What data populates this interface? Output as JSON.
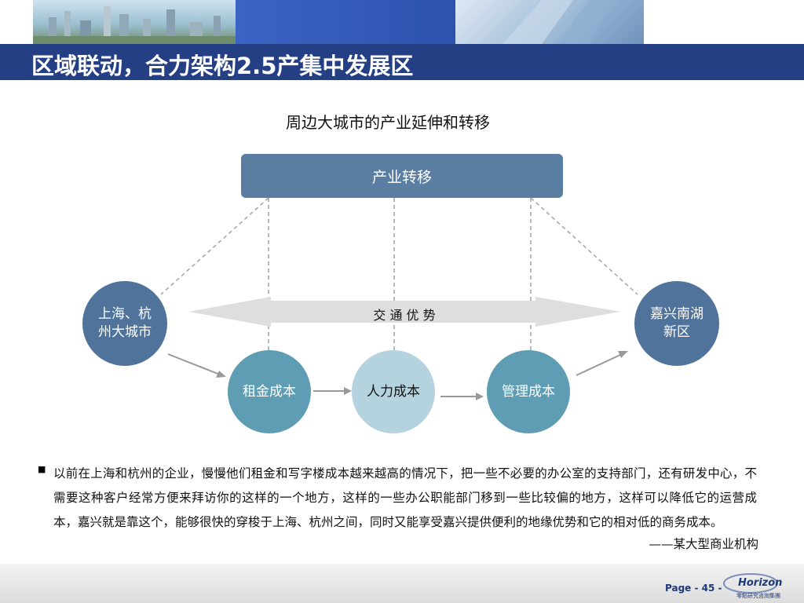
{
  "header": {
    "title": "区域联动，合力架构2.5产集中发展区"
  },
  "diagram": {
    "subtitle": "周边大城市的产业延伸和转移",
    "top_box": "产业转移",
    "left_circle": [
      "上海、杭",
      "州大城市"
    ],
    "right_circle": [
      "嘉兴南湖",
      "新区"
    ],
    "arrow_label": "交 通 优 势",
    "costs": [
      "租金成本",
      "人力成本",
      "管理成本"
    ]
  },
  "body": {
    "paragraph": "以前在上海和杭州的企业，慢慢他们租金和写字楼成本越来越高的情况下，把一些不必要的办公室的支持部门，还有研发中心，不需要这种客户经常方便来拜访你的这样的一个地方，这样的一些办公职能部门移到一些比较偏的地方，这样可以降低它的运营成本，嘉兴就是靠这个，能够很快的穿梭于上海、杭州之间，同时又能享受嘉兴提供便利的地缘优势和它的相对低的商务成本。",
    "source": "——某大型商业机构"
  },
  "footer": {
    "page": "Page - 45 -",
    "logo": "Horizon",
    "logo_sub": "零點研究咨詢集團"
  },
  "colors": {
    "title_bar": "#243f84",
    "dark_circle": "#4f739a",
    "mid_circle": "#5e9db3",
    "light_circle": "#b4d3df",
    "top_box": "#5a7ea1"
  }
}
